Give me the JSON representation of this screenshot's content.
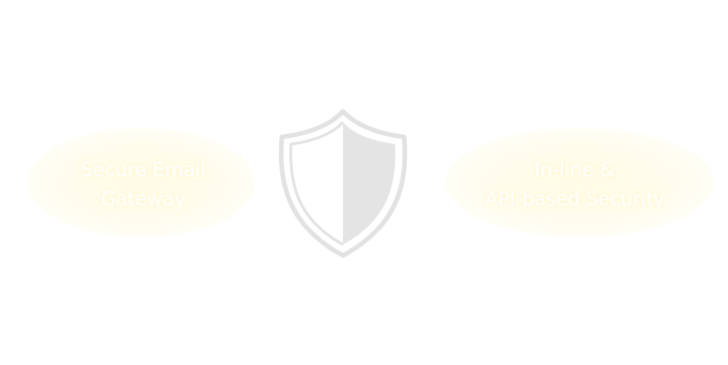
{
  "left_label": {
    "line1": "Secure Email",
    "line2": "Gateway"
  },
  "right_label": {
    "line1": "In-line &",
    "line2": "API-based Security"
  },
  "colors": {
    "shield_outline": "#e2e2e2",
    "shield_fill": "#e4e4e4",
    "glow": "#fffbe6",
    "text": "#ffffff"
  },
  "icon": "shield-icon"
}
